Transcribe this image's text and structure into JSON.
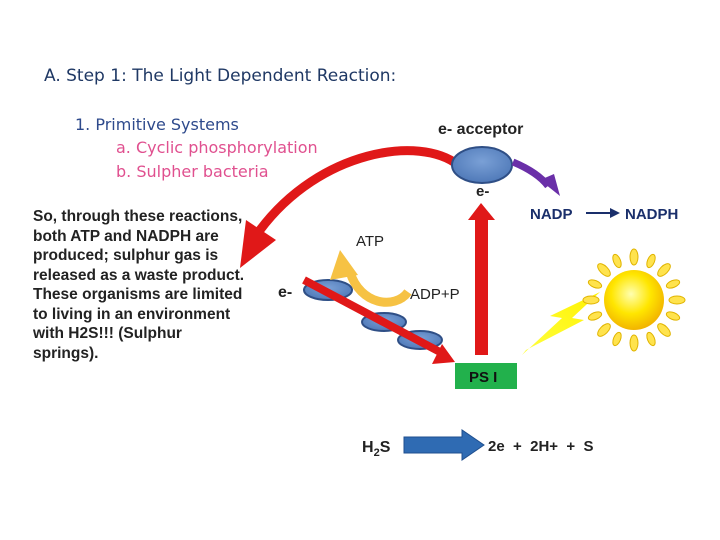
{
  "title": "A. Step 1: The Light Dependent Reaction:",
  "subtitle": {
    "line1": "1. Primitive Systems",
    "line2": "a.  Cyclic phosphorylation",
    "line3": "b. Sulpher  bacteria"
  },
  "body_lines": [
    "So, through these reactions,",
    "both ATP and NADPH are",
    "produced; sulphur gas is",
    "released as a waste product.",
    "These organisms are limited",
    "to living in an environment",
    "with H2S!!!  (Sulphur",
    "springs)."
  ],
  "labels": {
    "e_acceptor": "e- acceptor",
    "e_minus_top": "e-",
    "e_minus_left": "e-",
    "nadp": "NADP",
    "nadph": "NADPH",
    "atp": "ATP",
    "adp_p": "ADP+P",
    "ps1": "PS I",
    "h2s_main": "H",
    "h2s_sub": "2",
    "h2s_tail": "S",
    "products": "2e  +  2H+  +  S"
  },
  "colors": {
    "title": "#1f3864",
    "subtitle_blue": "#2e4a8c",
    "subtitle_pink": "#e0508f",
    "ellipse_fill": "#5b86c5",
    "red_arrow": "#e01818",
    "yellow_arrow": "#f6c244",
    "purple_arrow": "#6a2fa8",
    "ps1_fill": "#22b14c",
    "sun": "#ffd400",
    "lightning": "#ffff00",
    "blue_arrow": "#2f6bb3"
  }
}
